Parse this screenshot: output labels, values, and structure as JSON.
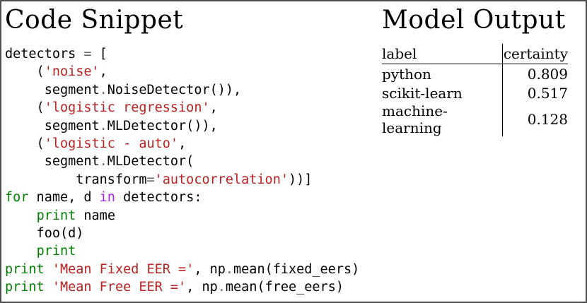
{
  "left_panel": {
    "title": "Code Snippet",
    "code_lines": [
      {
        "segs": [
          {
            "t": "detectors ",
            "c": "n"
          },
          {
            "t": "=",
            "c": "o"
          },
          {
            "t": " [",
            "c": "n"
          }
        ]
      },
      {
        "segs": [
          {
            "t": "    (",
            "c": "n"
          },
          {
            "t": "'noise'",
            "c": "s"
          },
          {
            "t": ",",
            "c": "n"
          }
        ]
      },
      {
        "segs": [
          {
            "t": "     segment",
            "c": "n"
          },
          {
            "t": ".",
            "c": "o"
          },
          {
            "t": "NoiseDetector()),",
            "c": "n"
          }
        ]
      },
      {
        "segs": [
          {
            "t": "    (",
            "c": "n"
          },
          {
            "t": "'logistic regression'",
            "c": "s"
          },
          {
            "t": ",",
            "c": "n"
          }
        ]
      },
      {
        "segs": [
          {
            "t": "     segment",
            "c": "n"
          },
          {
            "t": ".",
            "c": "o"
          },
          {
            "t": "MLDetector()),",
            "c": "n"
          }
        ]
      },
      {
        "segs": [
          {
            "t": "    (",
            "c": "n"
          },
          {
            "t": "'logistic - auto'",
            "c": "s"
          },
          {
            "t": ",",
            "c": "n"
          }
        ]
      },
      {
        "segs": [
          {
            "t": "     segment",
            "c": "n"
          },
          {
            "t": ".",
            "c": "o"
          },
          {
            "t": "MLDetector(",
            "c": "n"
          }
        ]
      },
      {
        "segs": [
          {
            "t": "         transform",
            "c": "n"
          },
          {
            "t": "=",
            "c": "o"
          },
          {
            "t": "'autocorrelation'",
            "c": "s"
          },
          {
            "t": "))]",
            "c": "n"
          }
        ]
      },
      {
        "segs": [
          {
            "t": "for",
            "c": "k"
          },
          {
            "t": " name, d ",
            "c": "n"
          },
          {
            "t": "in",
            "c": "w"
          },
          {
            "t": " detectors:",
            "c": "n"
          }
        ]
      },
      {
        "segs": [
          {
            "t": "    ",
            "c": "n"
          },
          {
            "t": "print",
            "c": "k"
          },
          {
            "t": " name",
            "c": "n"
          }
        ]
      },
      {
        "segs": [
          {
            "t": "    foo(d)",
            "c": "n"
          }
        ]
      },
      {
        "segs": [
          {
            "t": "    ",
            "c": "n"
          },
          {
            "t": "print",
            "c": "k"
          }
        ]
      },
      {
        "segs": [
          {
            "t": "print",
            "c": "k"
          },
          {
            "t": " ",
            "c": "n"
          },
          {
            "t": "'Mean Fixed EER ='",
            "c": "s"
          },
          {
            "t": ", np",
            "c": "n"
          },
          {
            "t": ".",
            "c": "o"
          },
          {
            "t": "mean(fixed_eers)",
            "c": "n"
          }
        ]
      },
      {
        "segs": [
          {
            "t": "print",
            "c": "k"
          },
          {
            "t": " ",
            "c": "n"
          },
          {
            "t": "'Mean Free EER ='",
            "c": "s"
          },
          {
            "t": ", np",
            "c": "n"
          },
          {
            "t": ".",
            "c": "o"
          },
          {
            "t": "mean(free_eers)",
            "c": "n"
          }
        ]
      }
    ]
  },
  "right_panel": {
    "title": "Model Output",
    "table": {
      "columns": [
        "label",
        "certainty"
      ],
      "rows": [
        {
          "label": "python",
          "certainty": "0.809"
        },
        {
          "label": "scikit-learn",
          "certainty": "0.517"
        },
        {
          "label": "machine-learning",
          "certainty": "0.128"
        }
      ]
    }
  },
  "colors": {
    "n": "#000000",
    "s": "#BA2121",
    "k": "#008000",
    "o": "#666666",
    "w": "#AA22FF",
    "frame_border": "#4d4d4d",
    "table_rule": "#000000"
  }
}
